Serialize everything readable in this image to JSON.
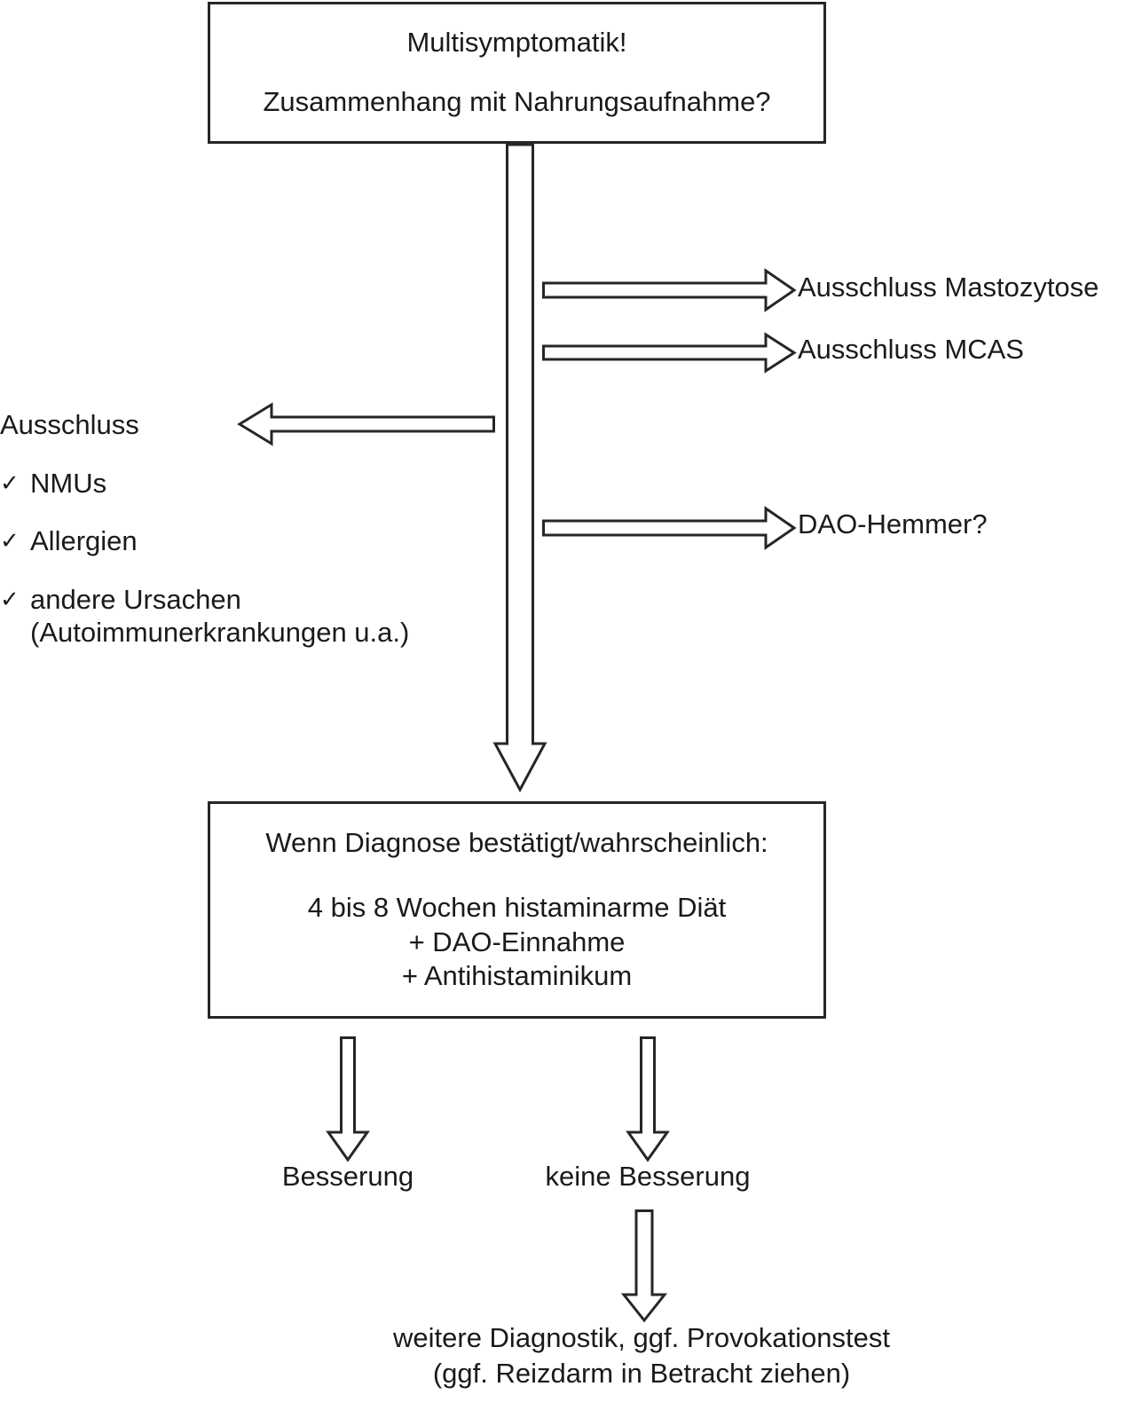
{
  "diagram": {
    "title_box": {
      "line1": "Multisymptomatik!",
      "line2": "Zusammenhang mit Nahrungsaufnahme?"
    },
    "right_branches": [
      {
        "label": "Ausschluss Mastozytose"
      },
      {
        "label": "Ausschluss MCAS"
      },
      {
        "label": "DAO-Hemmer?"
      }
    ],
    "left_branch": {
      "heading": "Ausschluss",
      "check_glyph": "✓",
      "items": [
        {
          "text": "NMUs"
        },
        {
          "text": "Allergien"
        },
        {
          "text": "andere Ursachen\n(Autoimmunerkrankungen u.a.)"
        }
      ]
    },
    "treatment_box": {
      "heading": "Wenn Diagnose bestätigt/wahrscheinlich:",
      "line1": "4 bis 8 Wochen histaminarme Diät",
      "line2": "+ DAO-Einnahme",
      "line3": "+ Antihistaminikum"
    },
    "outcomes": [
      {
        "label": "Besserung"
      },
      {
        "label": "keine Besserung"
      }
    ],
    "final_outcome": {
      "line1": "weitere Diagnostik, ggf. Provokationstest",
      "line2": "(ggf. Reizdarm in Betracht ziehen)"
    },
    "colors": {
      "stroke": "#262626",
      "text": "#1a1a1a",
      "background": "#ffffff"
    }
  }
}
